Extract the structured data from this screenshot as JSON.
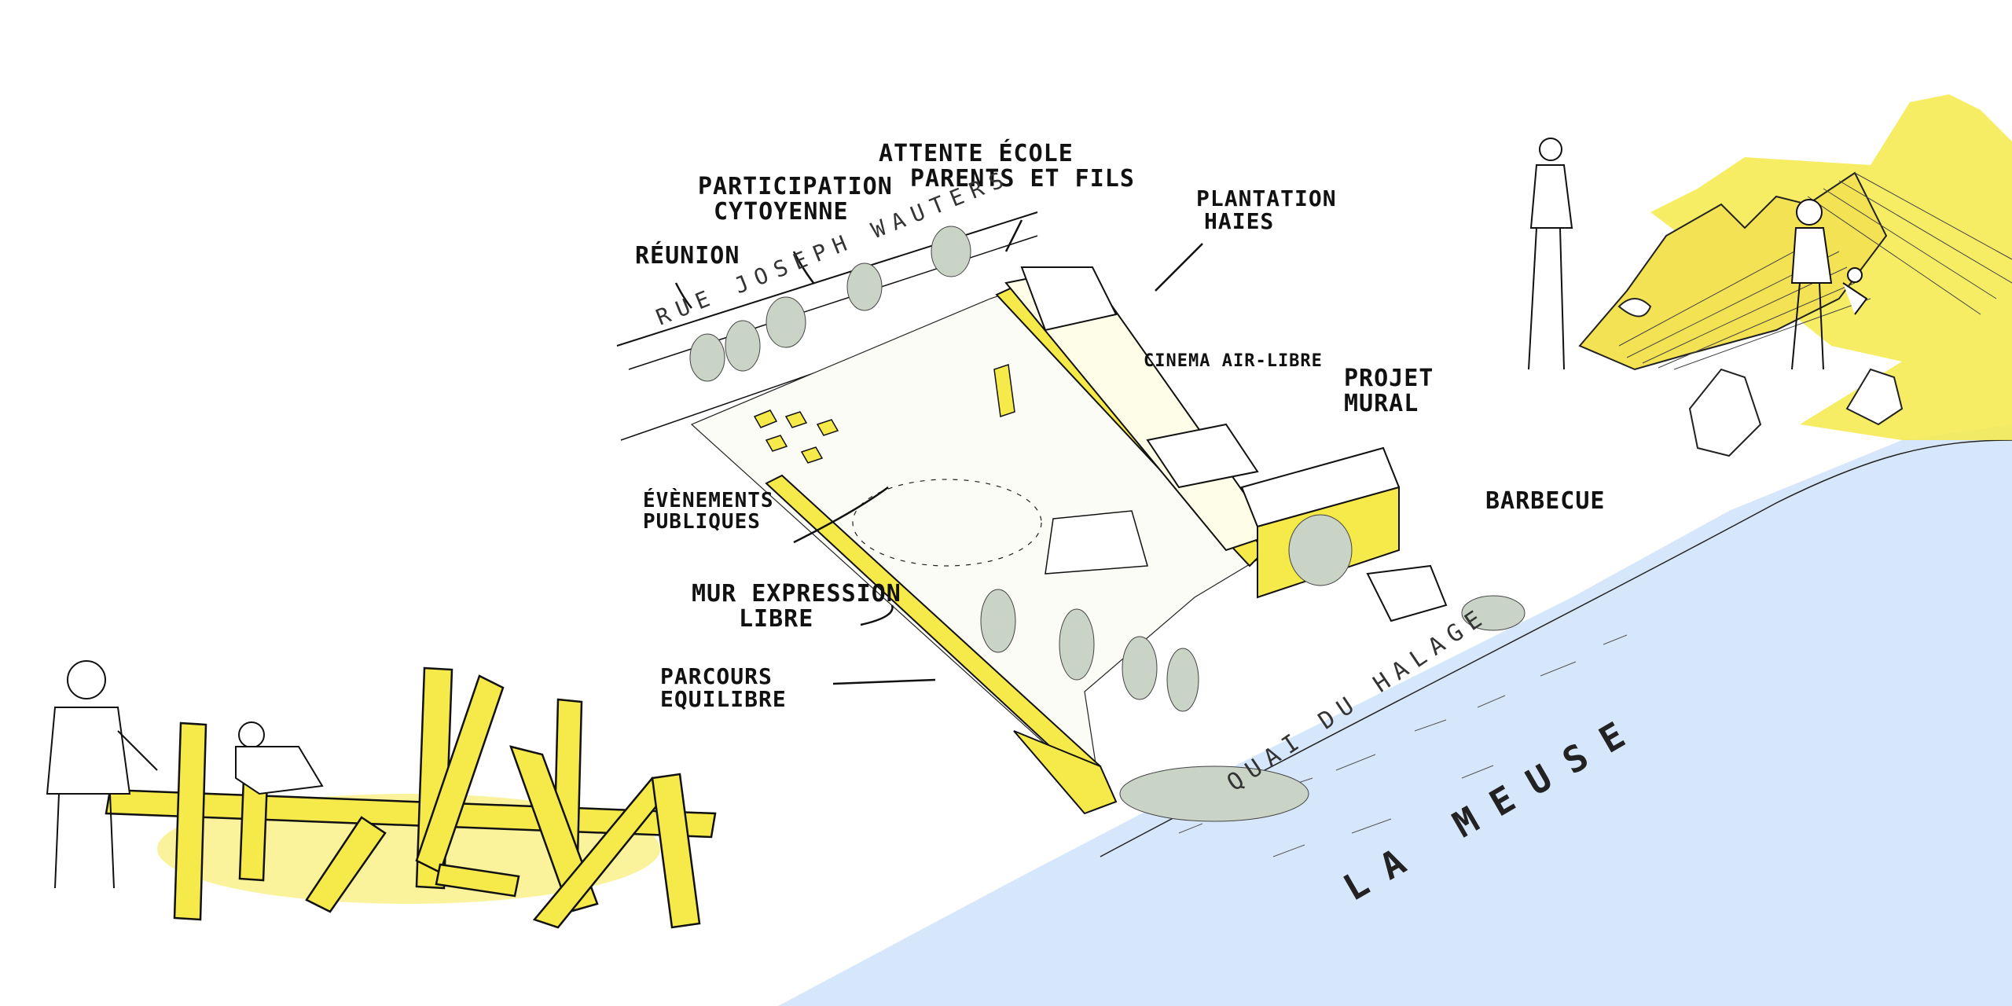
{
  "labels": {
    "participation": [
      "PARTICIPATION",
      "CYTOYENNE"
    ],
    "attente": [
      "ATTENTE ÉCOLE",
      "PARENTS ET FILS"
    ],
    "reunion": "RÉUNION",
    "plantation": [
      "PLANTATION",
      "HAIES"
    ],
    "cinema": "CINEMA AIR-LIBRE",
    "projet": [
      "PROJET",
      "MURAL"
    ],
    "barbecue": "BARBECUE",
    "evenements": [
      "ÉVÈNEMENTS",
      "PUBLIQUES"
    ],
    "mur": [
      "MUR EXPRESSION",
      "LIBRE"
    ],
    "parcours": [
      "PARCOURS",
      "EQUILIBRE"
    ]
  },
  "streets": {
    "rue": "RUE JOSEPH WAUTERS",
    "quai": "QUAI DU HALAGE",
    "river": "LA MEUSE"
  },
  "colors": {
    "yellow": "#f6ea4a",
    "water": "#d7e7fb",
    "tree": "#c9d3c6",
    "ink": "#111111"
  }
}
